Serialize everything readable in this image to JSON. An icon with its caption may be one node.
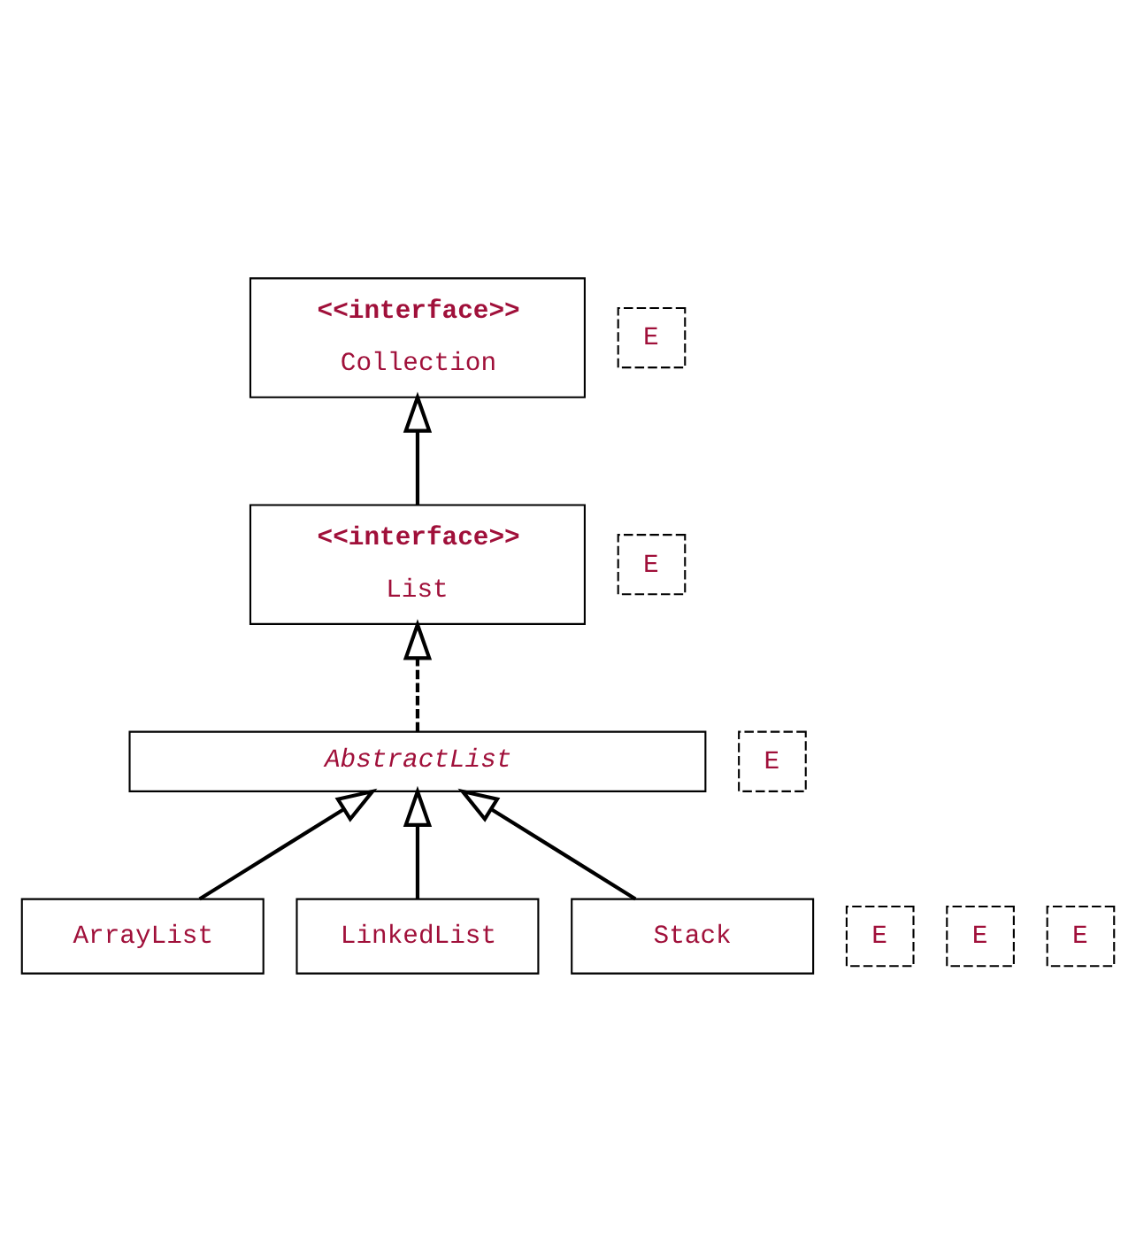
{
  "diagram": {
    "nodes": [
      {
        "text": [
          "<<interface>>",
          "Collection"
        ]
      },
      {
        "text": [
          "E"
        ]
      },
      {
        "text": [
          "<<interface>>",
          "List"
        ]
      },
      {
        "text": [
          "E"
        ]
      },
      {
        "text": [
          "AbstractList"
        ]
      },
      {
        "text": [
          "E"
        ]
      },
      {
        "text": [
          "ArrayList"
        ]
      },
      {
        "text": [
          "E"
        ]
      },
      {
        "text": [
          "LinkedList"
        ]
      },
      {
        "text": [
          "E"
        ]
      },
      {
        "text": [
          "Stack"
        ]
      },
      {
        "text": [
          "E"
        ]
      }
    ],
    "edges": [
      {
        "from": 2,
        "to": 0,
        "arrow": "to"
      },
      {
        "from": 4,
        "to": 2,
        "arrow": "to",
        "style": "dashed"
      },
      {
        "from": 6,
        "to": 4,
        "arrow": "to"
      },
      {
        "from": 8,
        "to": 4,
        "arrow": "to"
      },
      {
        "from": 10,
        "to": 4,
        "arrow": "to"
      }
    ]
  }
}
